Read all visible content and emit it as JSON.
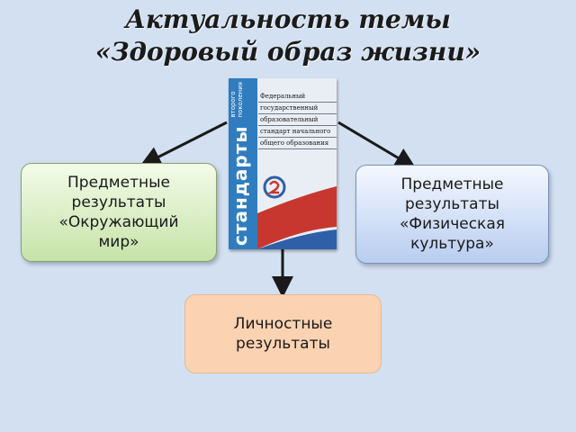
{
  "title": {
    "line1": "Актуальность темы",
    "line2": "«Здоровый образ жизни»"
  },
  "book": {
    "spine_title": "стандарты",
    "spine_subtitle_line1": "второго",
    "spine_subtitle_line2": "поколения",
    "lines": [
      "Федеральный",
      "государственный",
      "образовательный",
      "стандарт начального",
      "общего образования"
    ]
  },
  "boxes": {
    "left": [
      "Предметные",
      "результаты",
      "«Окружающий",
      "мир»"
    ],
    "right": [
      "Предметные",
      "результаты",
      "«Физическая",
      "культура»"
    ],
    "bottom": [
      "Личностные",
      "результаты"
    ]
  },
  "colors": {
    "background": "#d3e0f1",
    "left_box": "#c6e3a8",
    "right_box": "#b8cdf0",
    "bottom_box": "#fbd3b2",
    "arrow": "#1a1a1a"
  }
}
